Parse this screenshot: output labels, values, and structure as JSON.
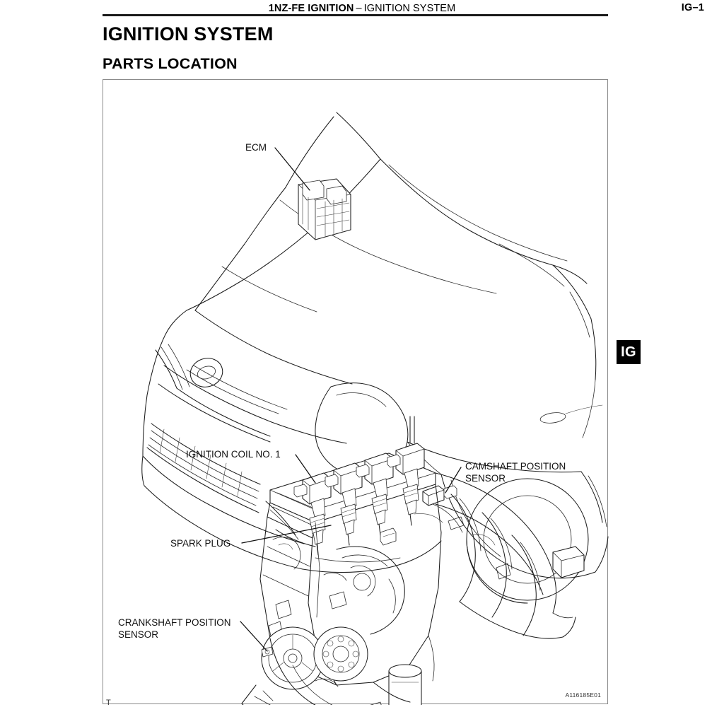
{
  "header": {
    "engine_code": "1NZ-FE IGNITION",
    "separator": "–",
    "system": "IGNITION SYSTEM",
    "page_number": "IG–1"
  },
  "headings": {
    "title": "IGNITION SYSTEM",
    "subtitle": "PARTS LOCATION"
  },
  "section_tab": {
    "label": "IG"
  },
  "figure": {
    "code": "A116185E01",
    "callouts": {
      "ecm": "ECM",
      "ignition_coil": "IGNITION COIL NO. 1",
      "camshaft_sensor_line1": "CAMSHAFT POSITION",
      "camshaft_sensor_line2": "SENSOR",
      "spark_plug": "SPARK PLUG",
      "crankshaft_sensor_line1": "CRANKSHAFT POSITION",
      "crankshaft_sensor_line2": "SENSOR"
    }
  },
  "footer": {
    "mark": "T"
  },
  "colors": {
    "ink": "#1d1d1d",
    "rule": "#1a1a1a",
    "frame": "#8a8a8a",
    "tab_background": "#000000",
    "tab_text": "#ffffff",
    "page_background": "#ffffff"
  }
}
